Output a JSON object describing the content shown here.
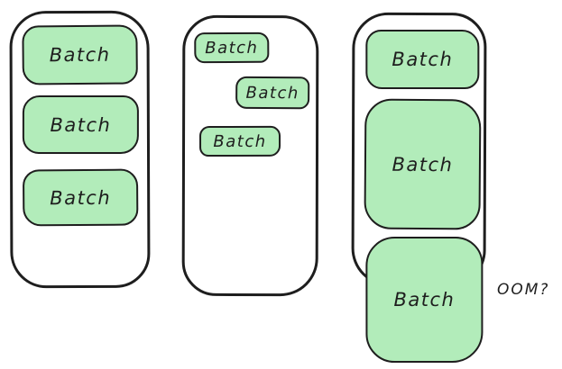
{
  "colors": {
    "batch_fill": "#b2ecba",
    "stroke": "#1e1e1e",
    "container_fill": "#ffffff",
    "text": "#1e1e1e"
  },
  "containers": [
    {
      "id": "uniform-batches",
      "batches": [
        {
          "label": "Batch"
        },
        {
          "label": "Batch"
        },
        {
          "label": "Batch"
        }
      ]
    },
    {
      "id": "staggered-batches",
      "batches": [
        {
          "label": "Batch"
        },
        {
          "label": "Batch"
        },
        {
          "label": "Batch"
        }
      ]
    },
    {
      "id": "growing-batches",
      "batches": [
        {
          "label": "Batch"
        },
        {
          "label": "Batch"
        },
        {
          "label": "Batch"
        }
      ]
    }
  ],
  "annotation": {
    "label": "OOM?"
  }
}
